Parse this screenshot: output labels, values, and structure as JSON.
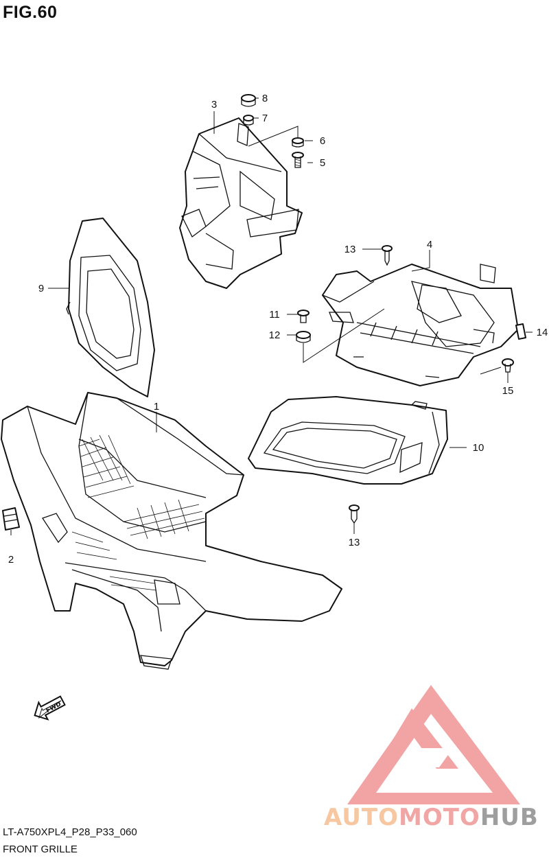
{
  "figure": {
    "title": "FIG.60"
  },
  "callouts": [
    {
      "id": "1",
      "text": "1"
    },
    {
      "id": "2",
      "text": "2"
    },
    {
      "id": "3",
      "text": "3"
    },
    {
      "id": "4",
      "text": "4"
    },
    {
      "id": "5",
      "text": "5"
    },
    {
      "id": "6",
      "text": "6"
    },
    {
      "id": "7",
      "text": "7"
    },
    {
      "id": "8",
      "text": "8"
    },
    {
      "id": "9",
      "text": "9"
    },
    {
      "id": "10",
      "text": "10"
    },
    {
      "id": "11",
      "text": "11"
    },
    {
      "id": "12",
      "text": "12"
    },
    {
      "id": "13a",
      "text": "13"
    },
    {
      "id": "13b",
      "text": "13"
    },
    {
      "id": "14",
      "text": "14"
    },
    {
      "id": "15",
      "text": "15"
    }
  ],
  "direction_marker": {
    "text": "FWD",
    "icon": "forward-arrow-icon"
  },
  "footer": {
    "model_code": "LT-A750XPL4_P28_P33_060",
    "caption": "FRONT GRILLE"
  },
  "watermark": {
    "part1": "AUTO",
    "part2": "MOTO",
    "part3": "HUB",
    "logo": "triangle-logo-icon"
  },
  "colors": {
    "line": "#111111",
    "watermark_orange": "#f6c7a0",
    "watermark_red": "#f1a6a6",
    "watermark_gray": "#9e9e9e"
  }
}
